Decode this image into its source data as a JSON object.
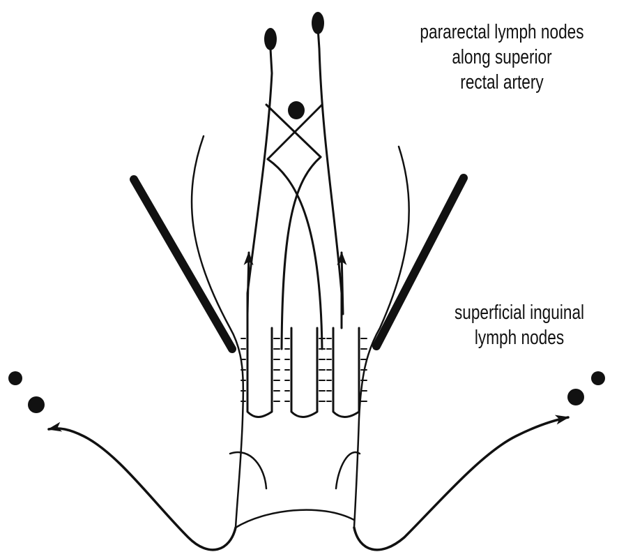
{
  "labels": {
    "pararectal": {
      "line1": "pararectal lymph nodes",
      "line2": "along superior",
      "line3": "rectal artery"
    },
    "inguinal": {
      "line1": "superficial inguinal",
      "line2": "lymph nodes"
    }
  },
  "colors": {
    "ink": "#111111",
    "background": "#ffffff"
  }
}
